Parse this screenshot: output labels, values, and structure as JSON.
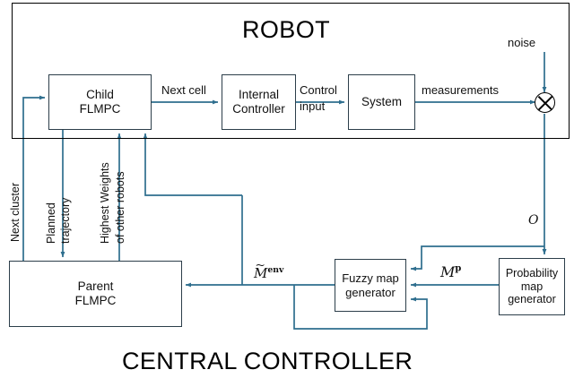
{
  "diagram": {
    "outer_title": "ROBOT",
    "bottom_title": "CENTRAL CONTROLLER",
    "blocks": {
      "child_flmpc": {
        "line1": "Child",
        "line2": "FLMPC",
        "line3": ""
      },
      "internal_ctrl": {
        "line1": "Internal",
        "line2": "Controller",
        "line3": ""
      },
      "system": {
        "line1": "System",
        "line2": "",
        "line3": ""
      },
      "parent_flmpc": {
        "line1": "Parent",
        "line2": "FLMPC",
        "line3": ""
      },
      "fuzzy_map": {
        "line1": "Fuzzy map",
        "line2": "generator",
        "line3": ""
      },
      "prob_map": {
        "line1": "Probability",
        "line2": "map",
        "line3": "generator"
      }
    },
    "edge_labels": {
      "next_cell": "Next cell",
      "control_input_l1": "Control",
      "control_input_l2": "input",
      "measurements": "measurements",
      "noise": "noise",
      "next_cluster": "Next cluster",
      "planned_l1": "Planned",
      "planned_l2": "trajectory",
      "weights_l1": "Highest Weights",
      "weights_l2": "of other robots"
    },
    "math_labels": {
      "observation": "O",
      "prob_map_symbol": "M",
      "prob_map_sup": "p",
      "env_map_symbol": "M",
      "env_map_sup": "env"
    },
    "colors": {
      "wire": "#2e6e8e",
      "box_border": "#2c3e4a",
      "frame_border": "#000000",
      "text": "#111111",
      "background": "#ffffff"
    },
    "junction": {
      "name": "summing-junction",
      "glyph": "cross-circle"
    }
  }
}
